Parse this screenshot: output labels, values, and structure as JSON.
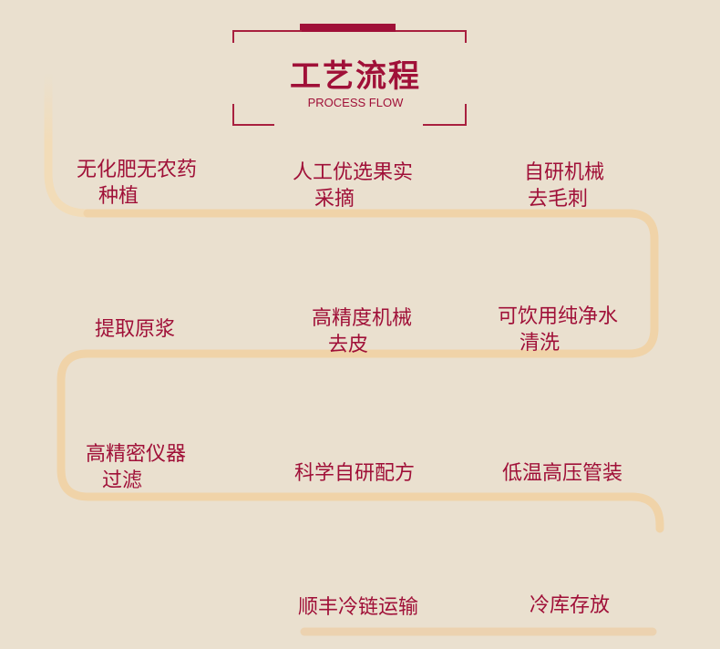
{
  "header": {
    "title": "工艺流程",
    "subtitle": "PROCESS FLOW"
  },
  "colors": {
    "accent": "#a01038",
    "background": "#eae0cf",
    "path": "#f0d3a8"
  },
  "steps": [
    {
      "line1": "无化肥无农药",
      "line2": "种植"
    },
    {
      "line1": "人工优选果实",
      "line2": "采摘"
    },
    {
      "line1": "自研机械",
      "line2": "去毛刺"
    },
    {
      "line1": "可饮用纯净水",
      "line2": "清洗"
    },
    {
      "line1": "高精度机械",
      "line2": "去皮"
    },
    {
      "line1": "提取原浆",
      "line2": ""
    },
    {
      "line1": "高精密仪器",
      "line2": "过滤"
    },
    {
      "line1": "科学自研配方",
      "line2": ""
    },
    {
      "line1": "低温高压管装",
      "line2": ""
    },
    {
      "line1": "冷库存放",
      "line2": ""
    },
    {
      "line1": "顺丰冷链运输",
      "line2": ""
    }
  ]
}
